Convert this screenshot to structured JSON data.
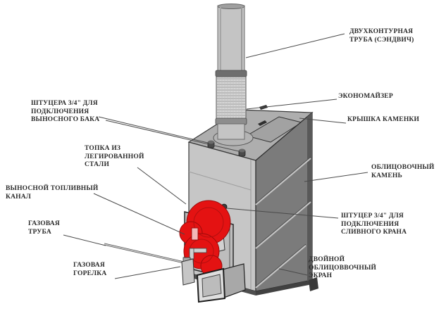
{
  "labels": {
    "sandwich_pipe": "ДВУХКОНТУРНАЯ\nТРУБА (СЭНДВИЧ)",
    "economizer": "ЭКОНОМАЙЗЕР",
    "kamenka_lid": "КРЫШКА КАМЕНКИ",
    "facing_stone": "ОБЛИЦОВОЧНЫЙ\nКАМЕНЬ",
    "drain_fitting": "ШТУЦЕР 3/4\" ДЛЯ\nПОДКЛЮЧЕНИЯ\nСЛИВНОГО КРАНА",
    "double_screen": "ДВОЙНОЙ\nОБЛИЦОВВОЧНЫЙ\nЭКРАН",
    "tank_fittings": "ШТУЦЕРА 3/4\" ДЛЯ\nПОДКЛЮЧЕНИЯ\nВЫНОСНОГО БАКА",
    "firebox": "ТОПКА ИЗ\nЛЕГИРОВАННОЙ\nСТАЛИ",
    "fuel_channel": "ВЫНОСНОЙ ТОПЛИВНЫЙ\nКАНАЛ",
    "gas_pipe": "ГАЗОВАЯ\nТРУБА",
    "gas_burner": "ГАЗОВАЯ\nГОРЕЛКА"
  },
  "colors": {
    "background": "#ffffff",
    "burner_red": "#e41212",
    "stove_light_gray": "#c6c6c6",
    "stove_top_gray": "#aeaeae",
    "cladding_dark_gray": "#7b7b7b",
    "line_color": "#4a4a4a",
    "label_text": "#2b2b2b"
  }
}
